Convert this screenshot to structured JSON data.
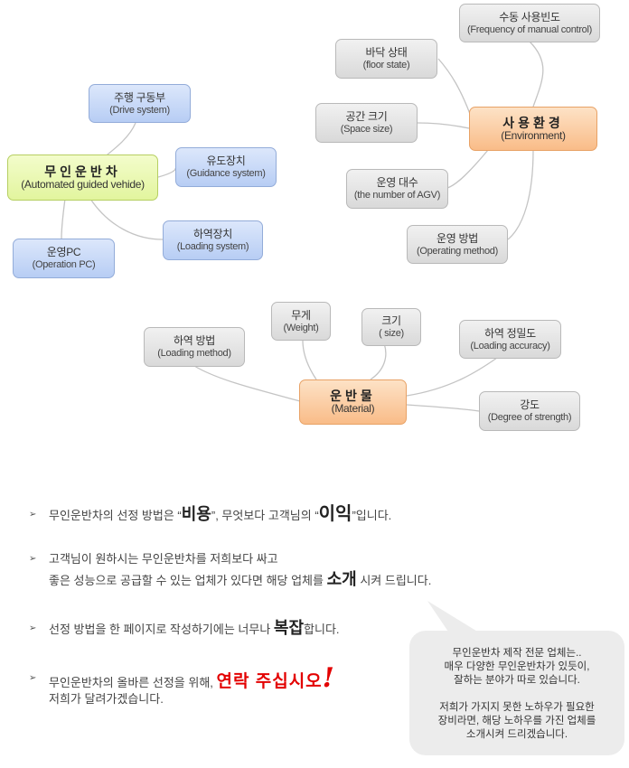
{
  "diagram": {
    "agv": {
      "title": "무인운반차",
      "subtitle": "(Automated guided vehide)"
    },
    "drive": {
      "title": "주행 구동부",
      "subtitle": "(Drive system)"
    },
    "guidance": {
      "title": "유도장치",
      "subtitle": "(Guidance system)"
    },
    "loading_sys": {
      "title": "하역장치",
      "subtitle": "(Loading system)"
    },
    "operation_pc": {
      "title": "운영PC",
      "subtitle": "(Operation PC)"
    },
    "environment": {
      "title": "사용환경",
      "subtitle": "(Environment)"
    },
    "freq": {
      "title": "수동 사용빈도",
      "subtitle": "(Frequency of manual control)"
    },
    "floor": {
      "title": "바닥 상태",
      "subtitle": "(floor state)"
    },
    "space": {
      "title": "공간 크기",
      "subtitle": "(Space size)"
    },
    "agv_count": {
      "title": "운영 대수",
      "subtitle": "(the number of AGV)"
    },
    "op_method": {
      "title": "운영 방법",
      "subtitle": "(Operating method)"
    },
    "material": {
      "title": "운반물",
      "subtitle": "(Material)"
    },
    "weight": {
      "title": "무게",
      "subtitle": "(Weight)"
    },
    "size": {
      "title": "크기",
      "subtitle": "( size)"
    },
    "load_method": {
      "title": "하역 방법",
      "subtitle": "(Loading method)"
    },
    "load_accuracy": {
      "title": "하역 정밀도",
      "subtitle": "(Loading accuracy)"
    },
    "strength": {
      "title": "강도",
      "subtitle": "(Degree of strength)"
    }
  },
  "bullets": {
    "b1": {
      "pre": "무인운반차의 선정 방법은 “",
      "em1": "비용",
      "mid": "”, 무엇보다 고객님의 “",
      "em2": "이익",
      "post": "”입니다."
    },
    "b2": {
      "line1": "고객님이 원하시는 무인운반차를 저희보다 싸고",
      "pre": "좋은 성능으로 공급할 수 있는 업체가 있다면 해당 업체를 ",
      "em": "소개",
      "post": " 시켜 드립니다."
    },
    "b3": {
      "pre": "선정 방법을 한 페이지로 작성하기에는 너무나 ",
      "em": "복잡",
      "post": "합니다."
    },
    "b4": {
      "pre": "무인운반차의 올바른 선정을 위해, ",
      "em": "연락 주십시오",
      "excl": "!",
      "line2": "저희가 달려가겠습니다."
    }
  },
  "bubble": {
    "line1": "무인운반차 제작 전문 업체는..",
    "line2": "매우 다양한 무인운반차가 있듯이,",
    "line3": "잘하는 분야가 따로 있습니다.",
    "line4": "저희가 가지지 못한 노하우가 필요한",
    "line5": "장비라면, 해당 노하우를 가진 업체를",
    "line6": "소개시켜 드리겠습니다."
  },
  "colors": {
    "accent_red": "#e30000",
    "blue_node": "#c7d8f7",
    "orange_node": "#fbcda3",
    "green_node": "#ebf9b5",
    "gray_node": "#e3e3e3"
  }
}
